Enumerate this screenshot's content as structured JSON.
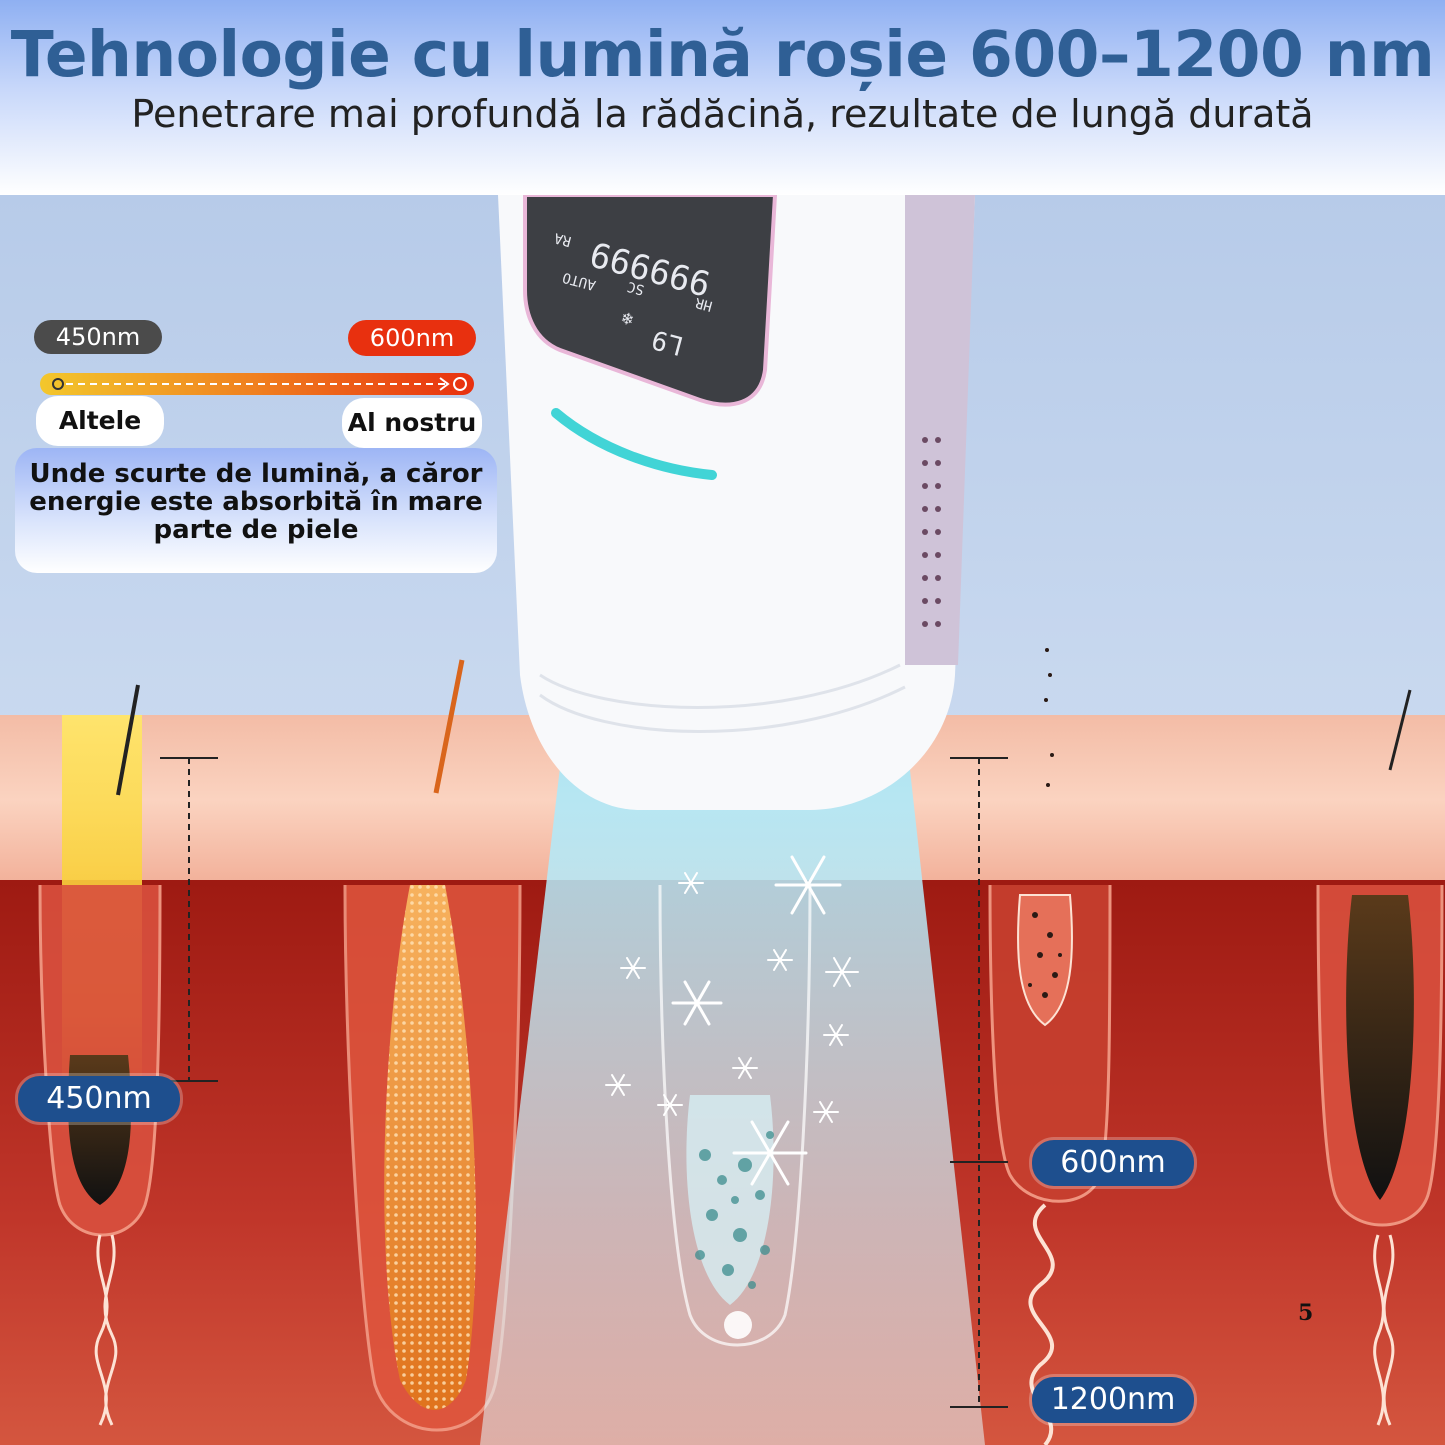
{
  "header": {
    "title": "Tehnologie cu lumină roșie 600–1200 nm",
    "subtitle": "Penetrare mai profundă la rădăcină, rezultate de lungă durată"
  },
  "comparison": {
    "left_wavelength": "450nm",
    "right_wavelength": "600nm",
    "left_label": "Altele",
    "right_label": "Al nostru",
    "caption": "Unde scurte de lumină, a căror energie este absorbită în mare parte de piele",
    "left_color": "#4b4b4b",
    "right_color": "#e8300f"
  },
  "device": {
    "display_counter": "999999",
    "display_level": "L9",
    "display_indicators": [
      "RA",
      "SC",
      "AUTO",
      "HR"
    ],
    "display_symbol": "❄"
  },
  "depth_labels": {
    "shallow": "450nm",
    "mid": "600nm",
    "deep": "1200nm"
  },
  "page_number": "5",
  "colors": {
    "title": "#2f5f95",
    "label_bg": "#1e4f8e",
    "skin_surface": "#f6c3ad",
    "dermis": "#b3241b"
  }
}
